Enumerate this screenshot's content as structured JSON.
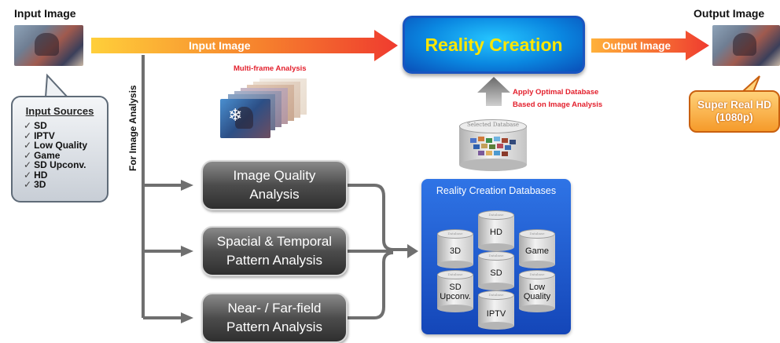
{
  "input_title": "Input Image",
  "output_title": "Output Image",
  "main_arrow": {
    "label": "Input Image"
  },
  "output_arrow": {
    "label": "Output Image"
  },
  "reality_creation": "Reality Creation",
  "multi_frame_label": "Multi-frame Analysis",
  "apply_db_label": [
    "Apply Optimal Database",
    "Based on Image Analysis"
  ],
  "selected_db_label": "Selected Database",
  "vertical_label": "For Image Analysis",
  "input_sources": {
    "title": "Input Sources",
    "items": [
      "SD",
      "IPTV",
      "Low Quality",
      "Game",
      "SD Upconv.",
      "HD",
      "3D"
    ]
  },
  "analysis_boxes": [
    {
      "line1": "Image Quality",
      "line2": "Analysis"
    },
    {
      "line1": "Spacial & Temporal",
      "line2": "Pattern Analysis"
    },
    {
      "line1": "Near- / Far-field",
      "line2": "Pattern Analysis"
    }
  ],
  "databases": {
    "title": "Reality Creation Databases",
    "cylinder_caption": "Database",
    "items": [
      {
        "name": "HD",
        "label_lines": [
          "HD"
        ]
      },
      {
        "name": "3D",
        "label_lines": [
          "3D"
        ]
      },
      {
        "name": "Game",
        "label_lines": [
          "Game"
        ]
      },
      {
        "name": "SD",
        "label_lines": [
          "SD"
        ]
      },
      {
        "name": "SD Upconv.",
        "label_lines": [
          "SD",
          "Upconv."
        ]
      },
      {
        "name": "Low Quality",
        "label_lines": [
          "Low",
          "Quality"
        ]
      },
      {
        "name": "IPTV",
        "label_lines": [
          "IPTV"
        ]
      }
    ]
  },
  "output_badge": {
    "line1": "Super Real HD",
    "line2": "(1080p)"
  },
  "colors": {
    "main_arrow_start": "#ffcf3a",
    "main_arrow_end": "#ef3b2f",
    "reality_box": "#0a86e0",
    "reality_text": "#ffe600",
    "red_label": "#e3202d",
    "analysis_box": "#4c4c4c",
    "connector_gray": "#6f6f6f",
    "db_panel": "#1f5ad0",
    "output_badge": "#f59a2a"
  }
}
